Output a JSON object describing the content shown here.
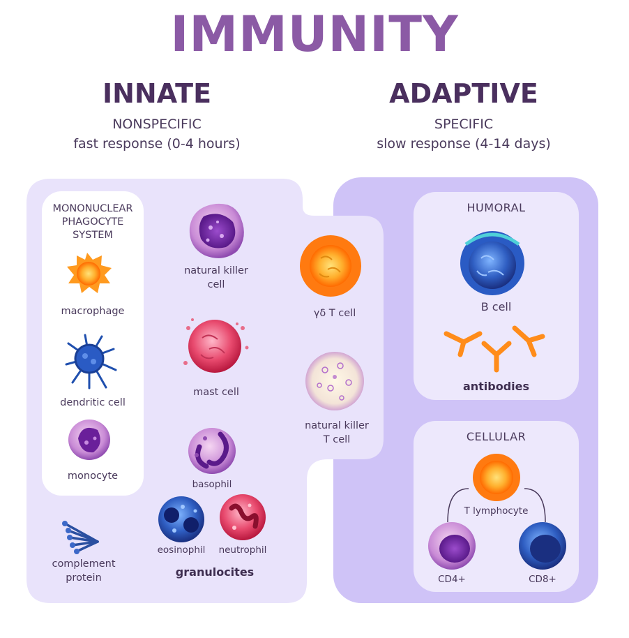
{
  "title": "IMMUNITY",
  "innate": {
    "heading": "INNATE",
    "specificity": "NONSPECIFIC",
    "response": "fast response (0-4 hours)",
    "mononuclear_title": "MONONUCLEAR\nPHAGOCYTE\nSYSTEM",
    "macrophage": "macrophage",
    "dendritic": "dendritic cell",
    "monocyte": "monocyte",
    "complement": "complement\nprotein",
    "nk_cell": "natural killer\ncell",
    "mast_cell": "mast cell",
    "basophil": "basophil",
    "eosinophil": "eosinophil",
    "neutrophil": "neutrophil",
    "granulocytes": "granulocites",
    "gd_t_cell": "γδ T cell",
    "nkt_cell": "natural killer\nT cell"
  },
  "adaptive": {
    "heading": "ADAPTIVE",
    "specificity": "SPECIFIC",
    "response": "slow response (4-14 days)",
    "humoral": "HUMORAL",
    "b_cell": "B cell",
    "antibodies": "antibodies",
    "cellular": "CELLULAR",
    "t_lymphocyte": "T lymphocyte",
    "cd4": "CD4+",
    "cd8": "CD8+"
  },
  "colors": {
    "title": "#8b5aa5",
    "innate_panel": "#e9e3fb",
    "adaptive_panel": "#cfc3f7",
    "inner_panel": "#ede8fc"
  }
}
